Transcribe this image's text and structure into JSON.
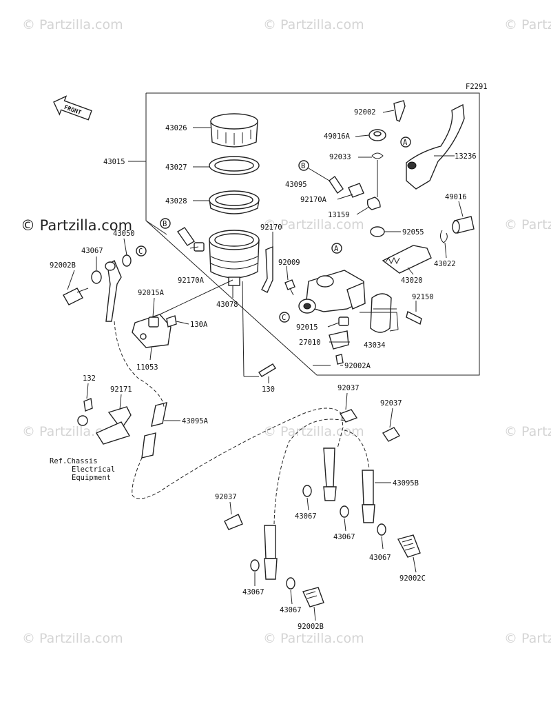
{
  "watermarks": {
    "text": "© Partzilla.com",
    "prominent_text": "© Partzilla.com"
  },
  "diagram": {
    "code": "F2291",
    "front_label": "FRONT",
    "ref_note": [
      "Ref.Chassis",
      "Electrical",
      "Equipment"
    ],
    "ref_letters": {
      "a": "A",
      "b": "B",
      "c": "C"
    },
    "labels": {
      "p43015": "43015",
      "p43026": "43026",
      "p43027": "43027",
      "p43028": "43028",
      "p43078": "43078",
      "p92002": "92002",
      "p49016A": "49016A",
      "p92033": "92033",
      "p43095": "43095",
      "p92170A_top": "92170A",
      "p13159": "13159",
      "p92055": "92055",
      "p13236": "13236",
      "p49016": "49016",
      "p43022": "43022",
      "p43020": "43020",
      "p92170": "92170",
      "p92009": "92009",
      "p92150": "92150",
      "p92015": "92015",
      "p43034": "43034",
      "p27010": "27010",
      "p92002A": "92002A",
      "p130": "130",
      "p92170A_left": "92170A",
      "p43067_a": "43067",
      "p92002B_a": "92002B",
      "p43050": "43050",
      "p92015A": "92015A",
      "p130A": "130A",
      "p11053": "11053",
      "p132": "132",
      "p92171": "92171",
      "p43095A": "43095A",
      "p92037_a": "92037",
      "p92037_b": "92037",
      "p92037_c": "92037",
      "p43095B": "43095B",
      "p43067_b": "43067",
      "p43067_c": "43067",
      "p43067_d": "43067",
      "p43067_e": "43067",
      "p43067_f": "43067",
      "p92002C": "92002C",
      "p92002B_b": "92002B"
    }
  }
}
